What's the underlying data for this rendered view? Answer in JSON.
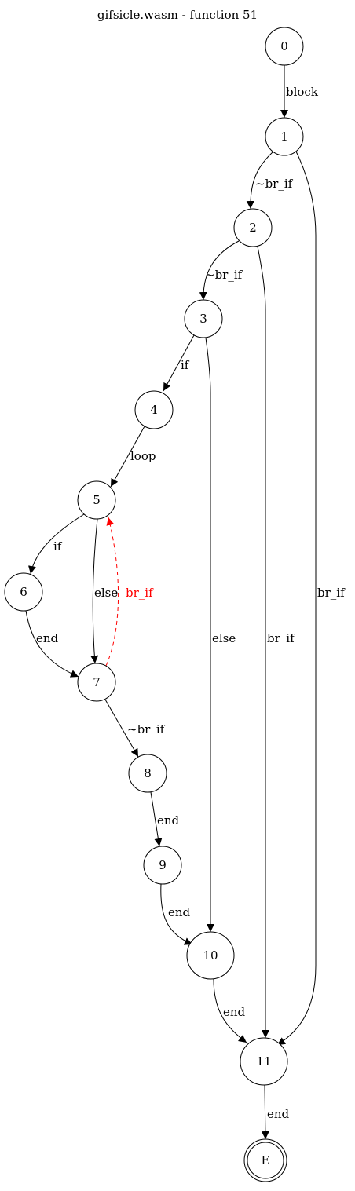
{
  "title": "gifsicle.wasm - function 51",
  "colors": {
    "normal": "#000000",
    "back_edge": "#ff0000"
  },
  "nodes": [
    {
      "id": "0",
      "label": "0"
    },
    {
      "id": "1",
      "label": "1"
    },
    {
      "id": "2",
      "label": "2"
    },
    {
      "id": "3",
      "label": "3"
    },
    {
      "id": "4",
      "label": "4"
    },
    {
      "id": "5",
      "label": "5"
    },
    {
      "id": "6",
      "label": "6"
    },
    {
      "id": "7",
      "label": "7"
    },
    {
      "id": "8",
      "label": "8"
    },
    {
      "id": "9",
      "label": "9"
    },
    {
      "id": "10",
      "label": "10"
    },
    {
      "id": "11",
      "label": "11"
    },
    {
      "id": "E",
      "label": "E",
      "exit": true
    }
  ],
  "edges": [
    {
      "from": "0",
      "to": "1",
      "label": "block"
    },
    {
      "from": "1",
      "to": "2",
      "label": "~br_if"
    },
    {
      "from": "1",
      "to": "11",
      "label": "br_if"
    },
    {
      "from": "2",
      "to": "3",
      "label": "~br_if"
    },
    {
      "from": "2",
      "to": "11",
      "label": "br_if"
    },
    {
      "from": "3",
      "to": "4",
      "label": "if"
    },
    {
      "from": "3",
      "to": "10",
      "label": "else"
    },
    {
      "from": "4",
      "to": "5",
      "label": "loop"
    },
    {
      "from": "5",
      "to": "6",
      "label": "if"
    },
    {
      "from": "5",
      "to": "7",
      "label": "else"
    },
    {
      "from": "7",
      "to": "5",
      "label": "br_if",
      "back": true
    },
    {
      "from": "6",
      "to": "7",
      "label": "end"
    },
    {
      "from": "7",
      "to": "8",
      "label": "~br_if"
    },
    {
      "from": "8",
      "to": "9",
      "label": "end"
    },
    {
      "from": "9",
      "to": "10",
      "label": "end"
    },
    {
      "from": "10",
      "to": "11",
      "label": "end"
    },
    {
      "from": "11",
      "to": "E",
      "label": "end"
    }
  ]
}
